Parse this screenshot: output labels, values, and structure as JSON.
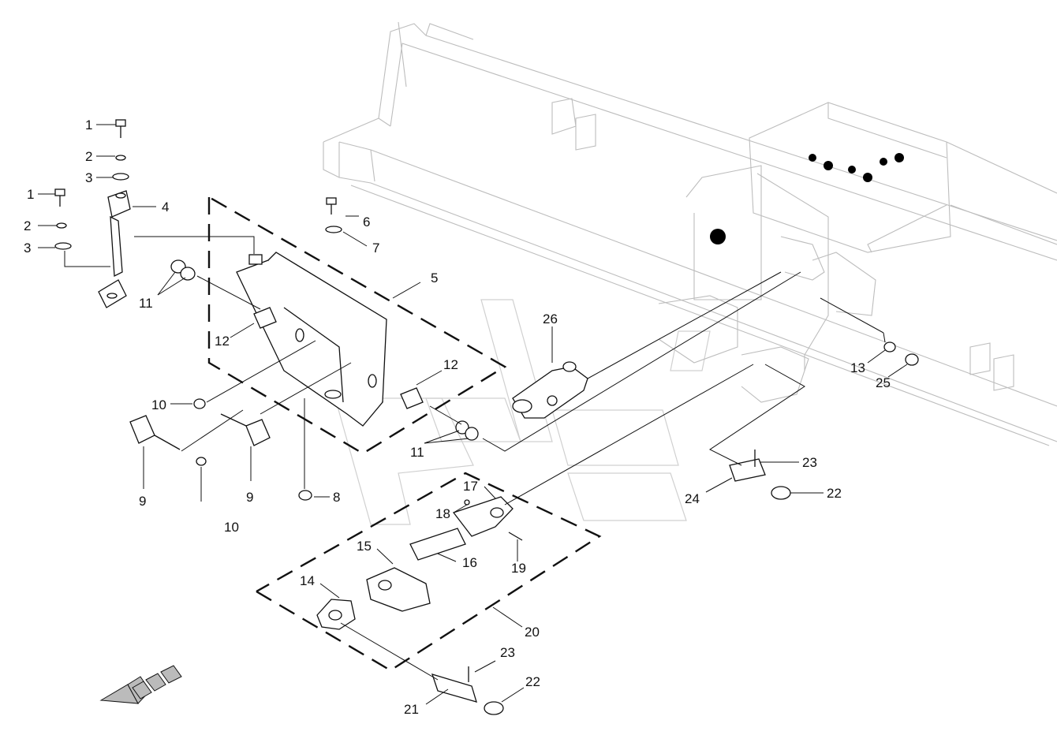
{
  "callouts": [
    {
      "n": "1"
    },
    {
      "n": "2"
    },
    {
      "n": "3"
    },
    {
      "n": "1"
    },
    {
      "n": "4"
    },
    {
      "n": "2"
    },
    {
      "n": "3"
    },
    {
      "n": "6"
    },
    {
      "n": "7"
    },
    {
      "n": "5"
    },
    {
      "n": "11"
    },
    {
      "n": "12"
    },
    {
      "n": "12"
    },
    {
      "n": "10"
    },
    {
      "n": "9"
    },
    {
      "n": "9"
    },
    {
      "n": "10"
    },
    {
      "n": "8"
    },
    {
      "n": "11"
    },
    {
      "n": "26"
    },
    {
      "n": "13"
    },
    {
      "n": "25"
    },
    {
      "n": "23"
    },
    {
      "n": "24"
    },
    {
      "n": "22"
    },
    {
      "n": "17"
    },
    {
      "n": "18"
    },
    {
      "n": "16"
    },
    {
      "n": "15"
    },
    {
      "n": "19"
    },
    {
      "n": "14"
    },
    {
      "n": "20"
    },
    {
      "n": "23"
    },
    {
      "n": "22"
    },
    {
      "n": "21"
    }
  ],
  "colors": {
    "ink": "#111111",
    "frame": "#bdbdbd",
    "watermark": "#d0d0d0",
    "background": "#ffffff"
  },
  "icons": {
    "direction_arrow": "direction-arrow-icon"
  }
}
